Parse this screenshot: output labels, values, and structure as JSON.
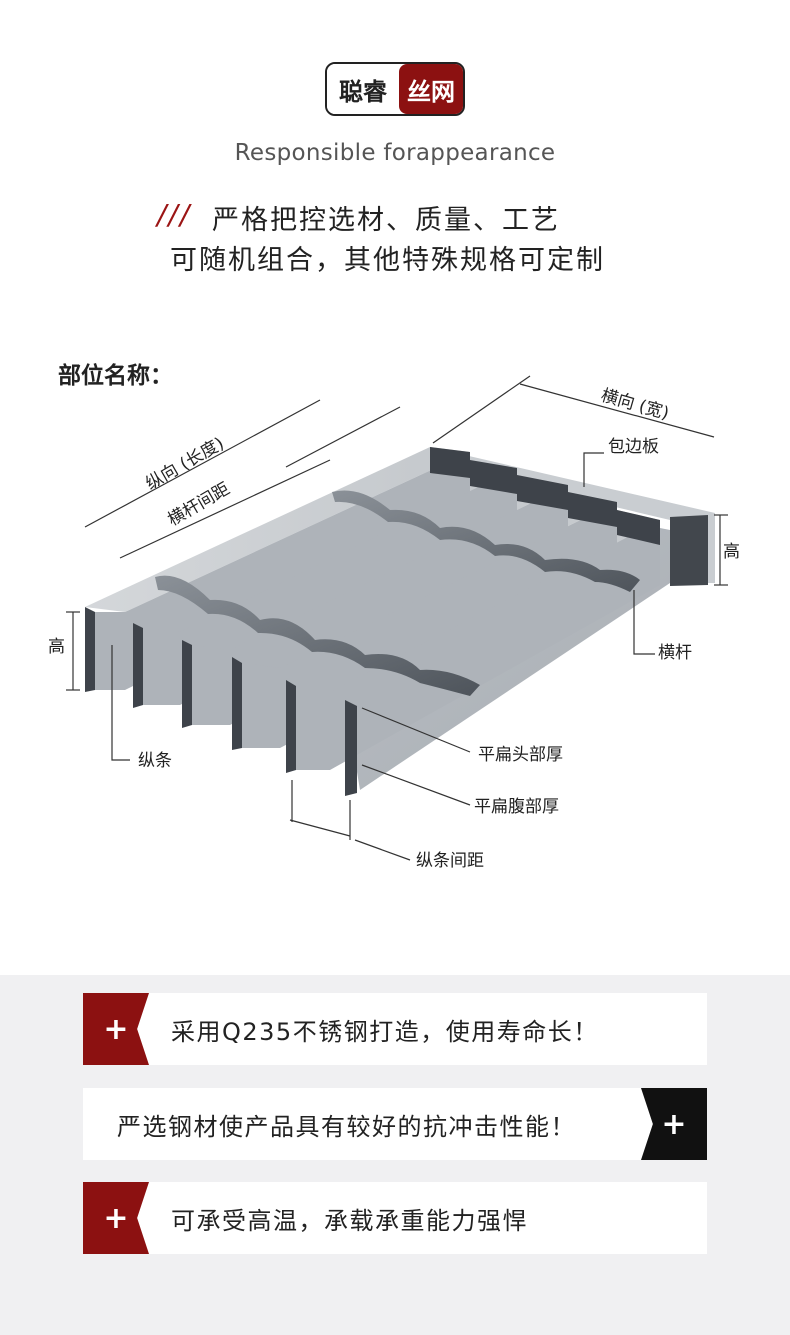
{
  "logo": {
    "left": "聪睿",
    "right": "丝网"
  },
  "subtitle": "Responsible forappearance",
  "intro": {
    "slash": "///",
    "line1": "严格把控选材、质量、工艺",
    "line2": "可随机组合，其他特殊规格可定制"
  },
  "diagram": {
    "title": "部位名称：",
    "labels": {
      "horizontal_width": "横向 (宽)",
      "longitudinal_length": "纵向 (长度)",
      "crossbar_spacing": "横杆间距",
      "edge_plate": "包边板",
      "height_right": "高",
      "height_left": "高",
      "crossbar": "横杆",
      "flat_bar_head": "平扁头部厚",
      "flat_bar_web": "平扁腹部厚",
      "bearing_bar": "纵条",
      "bearing_bar_spacing": "纵条间距"
    }
  },
  "features": [
    {
      "text": "采用Q235不锈钢打造，使用寿命长！",
      "icon": "plus-icon",
      "side": "left",
      "color": "#8c1111"
    },
    {
      "text": "严选钢材使产品具有较好的抗冲击性能！",
      "icon": "plus-icon",
      "side": "right",
      "color": "#111111"
    },
    {
      "text": "可承受高温，承载承重能力强悍",
      "icon": "plus-icon",
      "side": "left",
      "color": "#8c1111"
    }
  ]
}
